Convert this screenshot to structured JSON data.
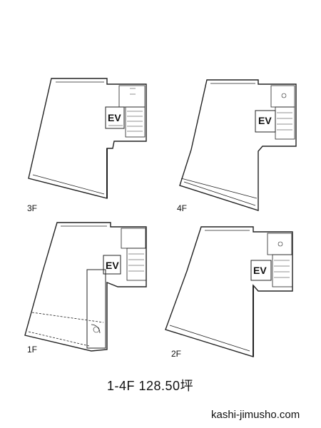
{
  "floors": [
    {
      "label": "3F",
      "ev_label": "EV"
    },
    {
      "label": "4F",
      "ev_label": "EV"
    },
    {
      "label": "1F",
      "ev_label": "EV"
    },
    {
      "label": "2F",
      "ev_label": "EV"
    }
  ],
  "caption": "1-4F 128.50坪",
  "website": "kashi-jimusho.com"
}
